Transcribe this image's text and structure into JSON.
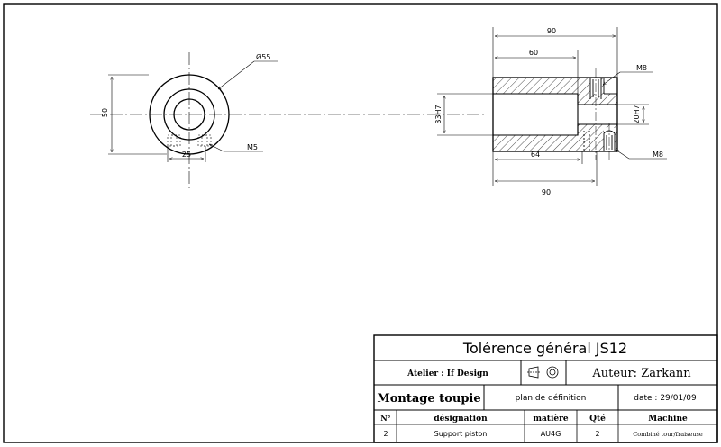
{
  "drawing": {
    "front_view": {
      "diameter": "Ø55",
      "height": "50",
      "spacing": "25",
      "thread": "M5"
    },
    "section_view": {
      "overall_length_top": "90",
      "bore_depth": "60",
      "bore_fit": "33H7",
      "small_bore_fit": "20H7",
      "thread_top": "M8",
      "thread_bottom": "M8",
      "length_64": "64",
      "overall_length_bottom": "90"
    }
  },
  "title_block": {
    "general_tolerance": "Tolérence général JS12",
    "workshop": "Atelier : If Design",
    "author": "Auteur: Zarkann",
    "part_title": "Montage toupie",
    "drawing_type": "plan de définition",
    "date": "date : 29/01/09",
    "headers": {
      "number": "N°",
      "designation": "désignation",
      "material": "matière",
      "quantity": "Qté",
      "machine": "Machine"
    },
    "row": {
      "number": "2",
      "designation": "Support piston",
      "material": "AU4G",
      "quantity": "2",
      "machine": "Combiné tour/fraiseuse"
    }
  }
}
